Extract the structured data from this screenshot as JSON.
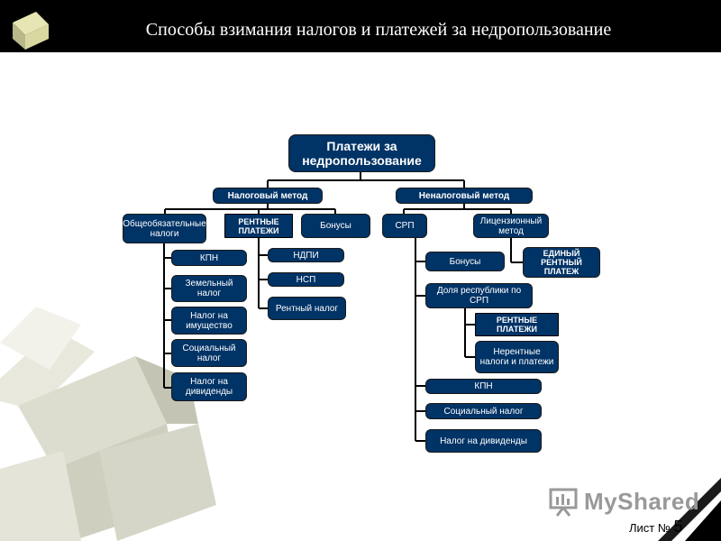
{
  "slide": {
    "title": "Способы взимания налогов и платежей за недропользование",
    "footer_label": "Лист №",
    "page_number": "5",
    "logo_text": "MyShared",
    "colors": {
      "header_bg": "#000000",
      "box_fill": "#003366",
      "text": "#ffffff"
    }
  },
  "diagram": {
    "root": "Платежи за недропользование",
    "tax_method": {
      "label": "Налоговый метод",
      "general": {
        "label": "Общеобязательные налоги",
        "items": [
          "КПН",
          "Земельный налог",
          "Налог на имущество",
          "Социальный налог",
          "Налог на дивиденды"
        ]
      },
      "rent": {
        "label": "РЕНТНЫЕ ПЛАТЕЖИ",
        "items": [
          "НДПИ",
          "НСП",
          "Рентный налог"
        ]
      },
      "bonuses": "Бонусы"
    },
    "nontax_method": {
      "label": "Неналоговый метод",
      "srp": {
        "label": "СРП",
        "items": [
          "Бонусы",
          "Доля республики по СРП",
          "КПН",
          "Социальный налог",
          "Налог на дивиденды"
        ],
        "rent": {
          "label": "РЕНТНЫЕ ПЛАТЕЖИ",
          "items": [
            "Нерентные налоги и платежи"
          ]
        }
      },
      "license": {
        "label": "Лицензионный метод",
        "items": [
          "ЕДИНЫЙ РЕНТНЫЙ ПЛАТЕЖ"
        ]
      }
    }
  }
}
